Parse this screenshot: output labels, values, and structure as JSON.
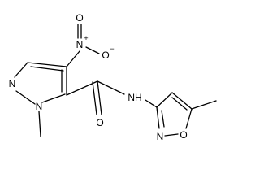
{
  "atoms": {
    "nitro_o_top": "O",
    "nitro_n": "N",
    "nitro_o_right": "O",
    "pyrazole_n2": "N",
    "pyrazole_n1": "N",
    "amide_o": "O",
    "amide_nh": "NH",
    "isoxazole_n": "N",
    "isoxazole_o": "O"
  },
  "charges": {
    "nitro_n_plus": "+",
    "nitro_o_minus": "−"
  },
  "colors": {
    "ink": "#000000",
    "background": "#ffffff"
  }
}
